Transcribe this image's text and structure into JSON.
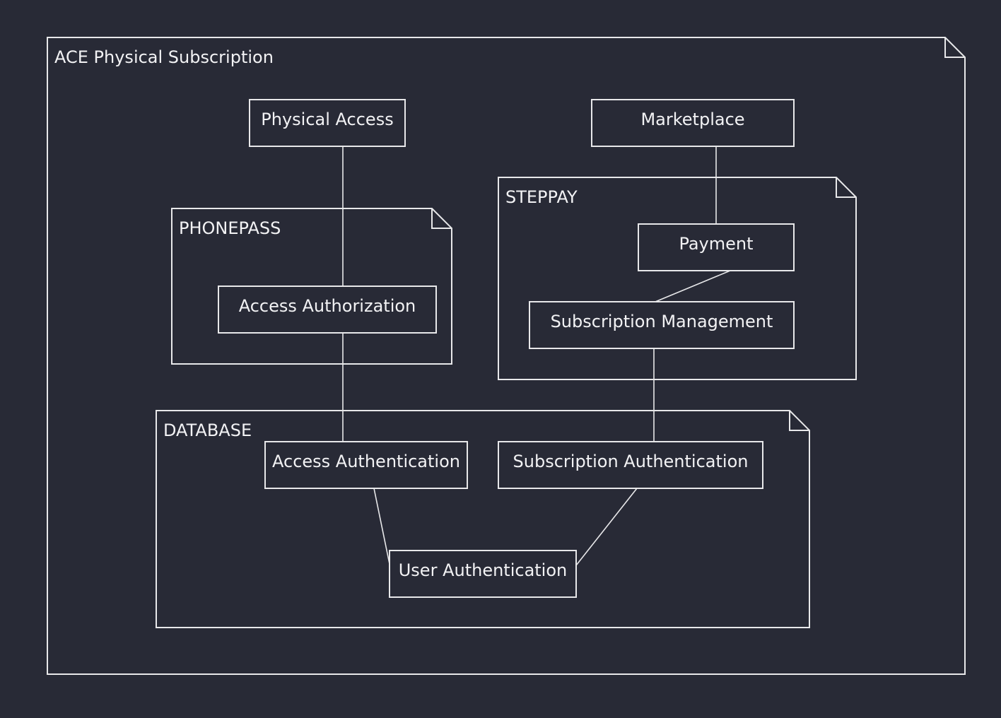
{
  "diagram": {
    "packages": {
      "root": "ACE Physical Subscription",
      "phonepass": "PHONEPASS",
      "steppay": "STEPPAY",
      "database": "DATABASE"
    },
    "nodes": {
      "physical_access": "Physical Access",
      "marketplace": "Marketplace",
      "payment": "Payment",
      "access_authorization": "Access Authorization",
      "subscription_management": "Subscription Management",
      "access_authentication": "Access Authentication",
      "subscription_authentication": "Subscription Authentication",
      "user_authentication": "User Authentication"
    },
    "connections": [
      [
        "Physical Access",
        "Access Authorization"
      ],
      [
        "Access Authorization",
        "Access Authentication"
      ],
      [
        "Marketplace",
        "Payment"
      ],
      [
        "Payment",
        "Subscription Management"
      ],
      [
        "Subscription Management",
        "Subscription Authentication"
      ],
      [
        "Access Authentication",
        "User Authentication"
      ],
      [
        "Subscription Authentication",
        "User Authentication"
      ]
    ]
  }
}
